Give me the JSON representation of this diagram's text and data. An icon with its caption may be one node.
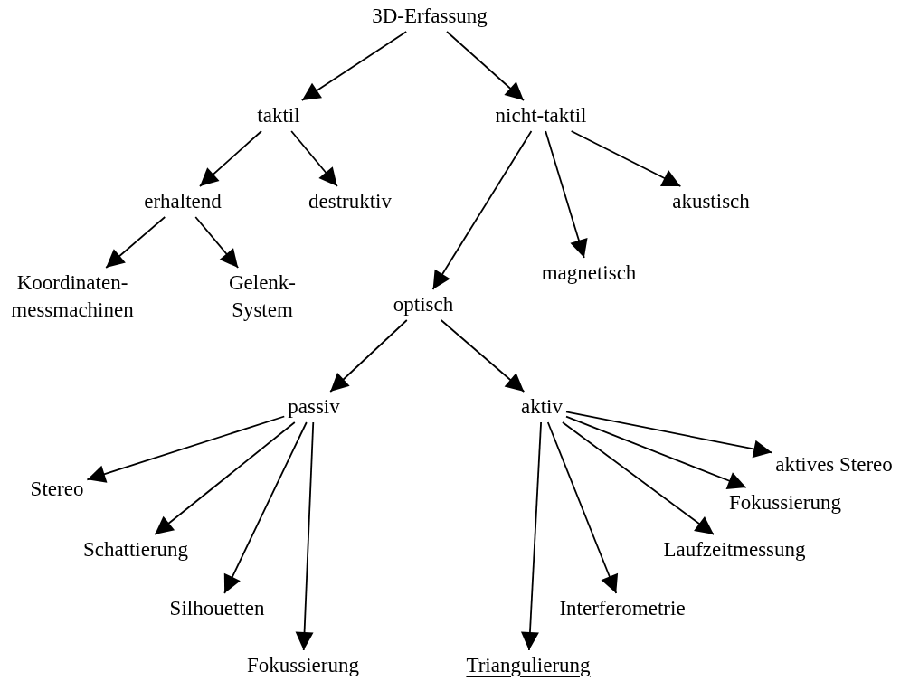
{
  "diagram": {
    "nodes": [
      {
        "text": [
          "3D-Erfassung"
        ]
      },
      {
        "text": [
          "taktil"
        ]
      },
      {
        "text": [
          "nicht-taktil"
        ]
      },
      {
        "text": [
          "erhaltend"
        ]
      },
      {
        "text": [
          "destruktiv"
        ]
      },
      {
        "text": [
          "akustisch"
        ]
      },
      {
        "text": [
          "magnetisch"
        ]
      },
      {
        "text": [
          "Koordinaten- messmachinen"
        ]
      },
      {
        "text": [
          "Gelenk- System"
        ]
      },
      {
        "text": [
          "optisch"
        ]
      },
      {
        "text": [
          "passiv"
        ]
      },
      {
        "text": [
          "aktiv"
        ]
      },
      {
        "text": [
          "Stereo"
        ]
      },
      {
        "text": [
          "Schattierung"
        ]
      },
      {
        "text": [
          "Silhouetten"
        ]
      },
      {
        "text": [
          "Fokussierung"
        ]
      },
      {
        "text": [
          "Triangulierung"
        ]
      },
      {
        "text": [
          "Interferometrie"
        ]
      },
      {
        "text": [
          "Laufzeitmessung"
        ]
      },
      {
        "text": [
          "Fokussierung"
        ]
      },
      {
        "text": [
          "aktives Stereo"
        ]
      }
    ],
    "edges": [
      {
        "from": 0,
        "to": 1,
        "arrow": "to"
      },
      {
        "from": 0,
        "to": 2,
        "arrow": "to"
      },
      {
        "from": 1,
        "to": 3,
        "arrow": "to"
      },
      {
        "from": 1,
        "to": 4,
        "arrow": "to"
      },
      {
        "from": 2,
        "to": 9,
        "arrow": "to"
      },
      {
        "from": 2,
        "to": 6,
        "arrow": "to"
      },
      {
        "from": 2,
        "to": 5,
        "arrow": "to"
      },
      {
        "from": 3,
        "to": 7,
        "arrow": "to"
      },
      {
        "from": 3,
        "to": 8,
        "arrow": "to"
      },
      {
        "from": 9,
        "to": 10,
        "arrow": "to"
      },
      {
        "from": 9,
        "to": 11,
        "arrow": "to"
      },
      {
        "from": 10,
        "to": 12,
        "arrow": "to"
      },
      {
        "from": 10,
        "to": 13,
        "arrow": "to"
      },
      {
        "from": 10,
        "to": 14,
        "arrow": "to"
      },
      {
        "from": 10,
        "to": 15,
        "arrow": "to"
      },
      {
        "from": 11,
        "to": 16,
        "arrow": "to"
      },
      {
        "from": 11,
        "to": 17,
        "arrow": "to"
      },
      {
        "from": 11,
        "to": 18,
        "arrow": "to"
      },
      {
        "from": 11,
        "to": 19,
        "arrow": "to"
      },
      {
        "from": 11,
        "to": 20,
        "arrow": "to"
      }
    ]
  }
}
